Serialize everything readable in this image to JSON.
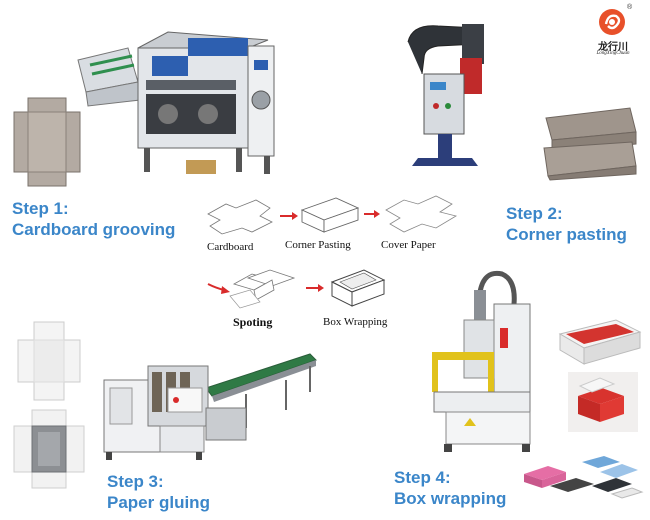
{
  "brand": {
    "name_cn": "龙行川",
    "name_latin": "LongXingChuan",
    "registered_mark": "®",
    "accent": "#e8502a"
  },
  "steps": [
    {
      "line1": "Step 1:",
      "line2": "Cardboard grooving"
    },
    {
      "line1": "Step 2:",
      "line2": "Corner pasting"
    },
    {
      "line1": "Step 3:",
      "line2": "Paper gluing"
    },
    {
      "line1": "Step 4:",
      "line2": "Box wrapping"
    }
  ],
  "process_labels": [
    "Cardboard",
    "Corner Pasting",
    "Cover Paper",
    "Spoting",
    "Box Wrapping"
  ],
  "colors": {
    "step_text": "#3b86c9",
    "arrow": "#d92b2b",
    "machine_blue": "#2d5fb0",
    "machine_grey": "#cfd3d8"
  }
}
